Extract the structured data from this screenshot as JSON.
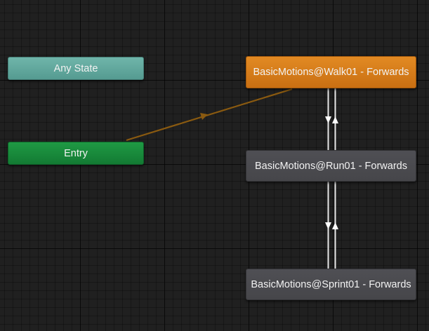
{
  "states": {
    "any_state": "Any State",
    "entry": "Entry",
    "walk": "BasicMotions@Walk01 - Forwards",
    "run": "BasicMotions@Run01 - Forwards",
    "sprint": "BasicMotions@Sprint01 - Forwards"
  },
  "colors": {
    "any_state": "#5fa69c",
    "entry": "#178a3c",
    "default_state": "#d47c1a",
    "state": "#4a4a4e",
    "default_transition": "#8a5a10",
    "transition": "#e6e6e6"
  }
}
